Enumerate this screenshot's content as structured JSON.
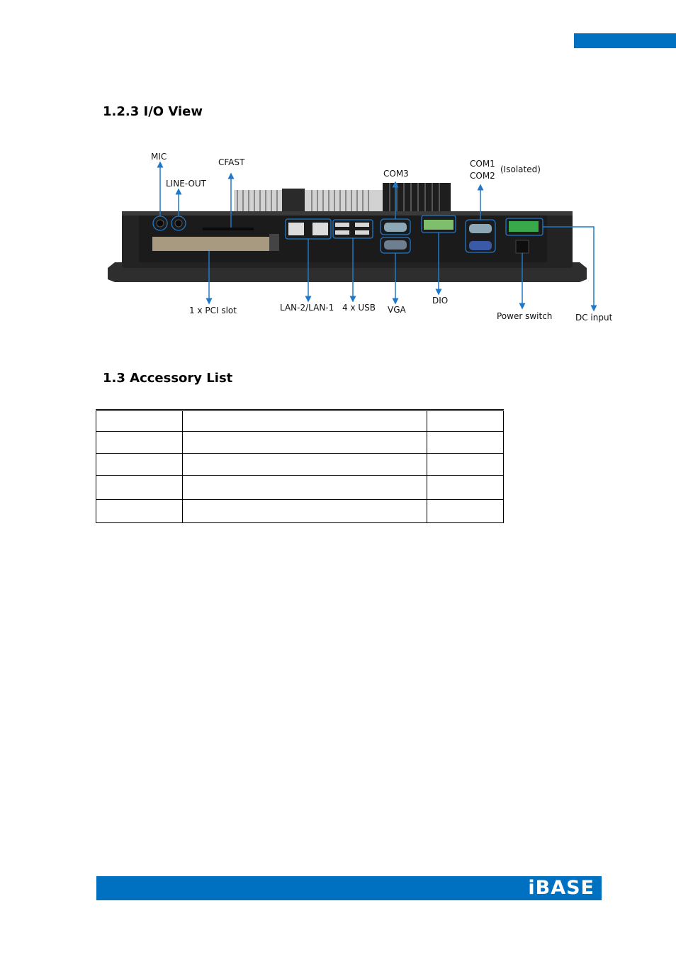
{
  "header": {
    "accent_color": "#0070c0"
  },
  "section_io": {
    "heading": "1.2.3 I/O View",
    "labels": {
      "mic": "MIC",
      "line_out": "LINE-OUT",
      "cfast": "CFAST",
      "com3": "COM3",
      "com1": "COM1",
      "com2": "COM2",
      "isolated": "(Isolated)",
      "pci_slot": "1 x PCI slot",
      "lan": "LAN-2/LAN-1",
      "usb": "4 x USB",
      "vga": "VGA",
      "dio": "DIO",
      "power_switch": "Power switch",
      "dc_input": "DC input"
    }
  },
  "section_accessory": {
    "heading": "1.3 Accessory List",
    "table": {
      "rows": [
        [
          "",
          "",
          ""
        ],
        [
          "",
          "",
          ""
        ],
        [
          "",
          "",
          ""
        ],
        [
          "",
          "",
          ""
        ],
        [
          "",
          "",
          ""
        ]
      ]
    }
  },
  "footer": {
    "logo": "iBASE",
    "color": "#0070c0"
  }
}
